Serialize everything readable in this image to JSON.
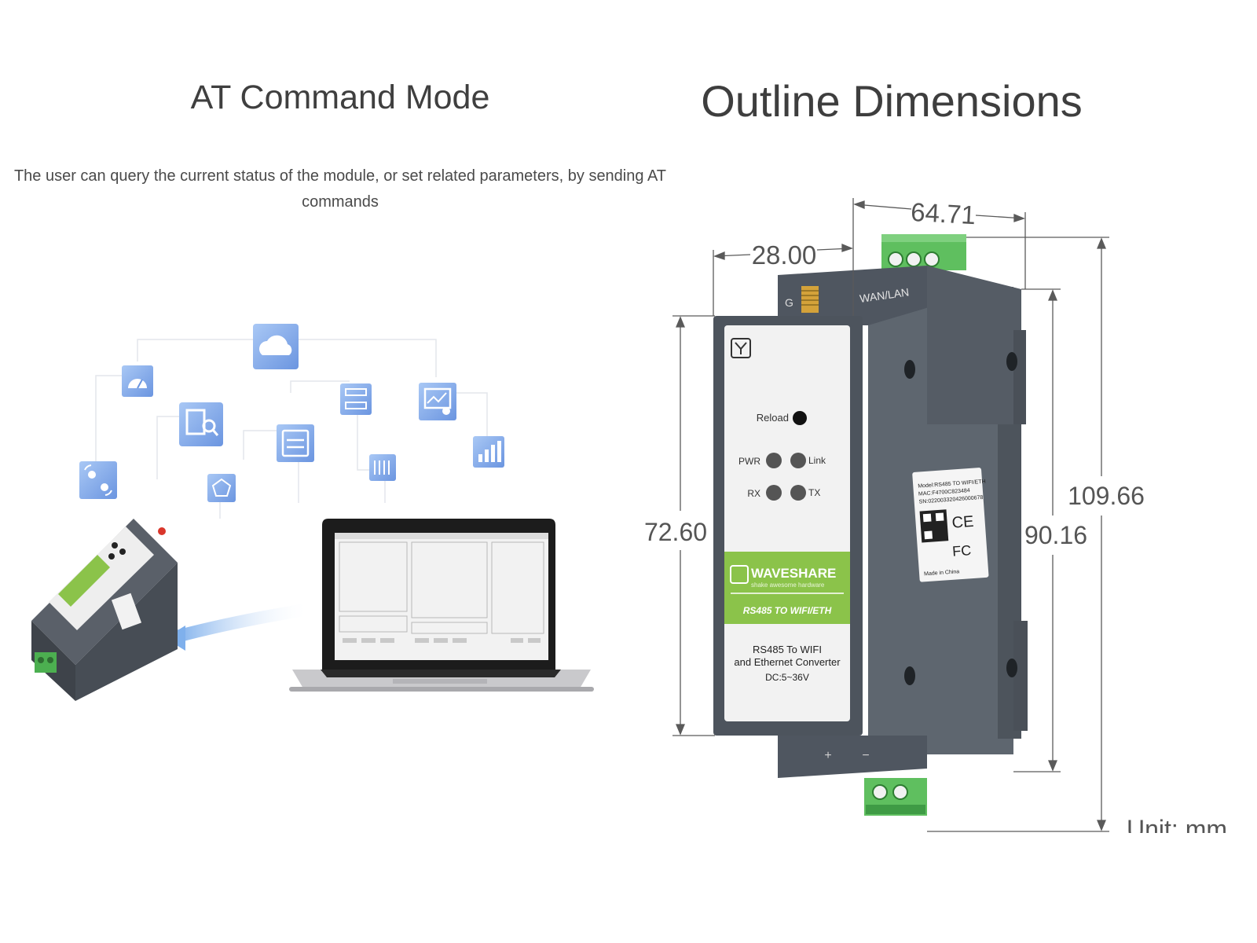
{
  "left_panel": {
    "title": "AT Command Mode",
    "description": "The user can query the current status of the module, or set related parameters, by sending AT commands"
  },
  "right_panel": {
    "title": "Outline Dimensions",
    "dimensions": {
      "top_width": "64.71",
      "front_width": "28.00",
      "front_height": "72.60",
      "body_height": "90.16",
      "total_height": "109.66"
    },
    "unit_label": "Unit: mm"
  },
  "device": {
    "port_label": "WAN/LAN",
    "antenna_mark": "G",
    "reload_label": "Reload",
    "led_labels": {
      "pwr": "PWR",
      "link": "Link",
      "rx": "RX",
      "tx": "TX"
    },
    "brand": "WAVESHARE",
    "brand_tagline": "shake awesome hardware",
    "model_banner": "RS485 TO WIFI/ETH",
    "product_name_line1": "RS485 To WIFI",
    "product_name_line2": "and Ethernet Converter",
    "power_spec": "DC:5~36V",
    "terminal_plus": "+",
    "terminal_minus": "−",
    "side_label_lines": [
      "Model:RS485 TO WIFI/ETH",
      "MAC:F4700C823484",
      "SN:022003320426000678",
      "Made in China"
    ]
  },
  "colors": {
    "device_body": "#59616b",
    "device_dark": "#484f58",
    "brand_green": "#8bc34a",
    "terminal_green": "#4caf50",
    "icon_blue": "#7aa7e8",
    "dimension_line": "#555555"
  },
  "icons": [
    "cloud-icon",
    "gauge-icon",
    "search-doc-icon",
    "flow-icon",
    "chart-monitor-icon",
    "transfer-icon",
    "bar-chart-icon",
    "user-switch-icon",
    "network-icon",
    "keyboard-icon",
    "antenna-icon"
  ]
}
